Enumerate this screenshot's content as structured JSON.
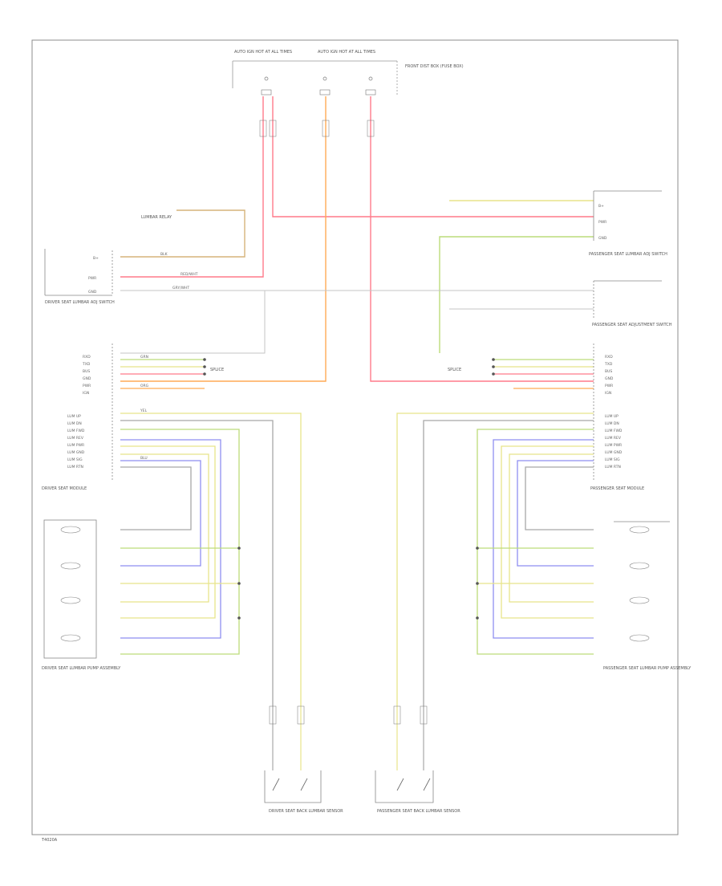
{
  "figure_id": "T4020A",
  "top_labels": {
    "left_fuse_box": "AUTO IGN  HOT AT ALL TIMES",
    "right_fuse_box": "AUTO IGN  HOT AT ALL TIMES",
    "fuse_panel": "FRONT DIST BOX (FUSE BOX)"
  },
  "components": {
    "driver_lumbar_switch": "DRIVER SEAT LUMBAR ADJ SWITCH",
    "driver_lumbar_relay": "LUMBAR RELAY",
    "pass_lumbar_switch": "PASSENGER SEAT LUMBAR ADJ SWITCH",
    "pass_switch_module": "PASSENGER SEAT ADJUSTMENT SWITCH",
    "driver_seat_module": "DRIVER SEAT MODULE",
    "pass_seat_module": "PASSENGER SEAT MODULE",
    "driver_lumbar_pump": "DRIVER SEAT LUMBAR PUMP ASSEMBLY",
    "pass_lumbar_pump": "PASSENGER SEAT LUMBAR PUMP ASSEMBLY",
    "driver_seat_sensor": "DRIVER SEAT BACK LUMBAR SENSOR",
    "pass_seat_sensor": "PASSENGER SEAT BACK LUMBAR SENSOR",
    "left_splice": "SPLICE",
    "right_splice": "SPLICE"
  },
  "driver_module_pins": [
    "RXD",
    "TXD",
    "BUS",
    "GND",
    "PWR",
    "IGN"
  ],
  "pass_module_pins": [
    "RXD",
    "TXD",
    "BUS",
    "GND",
    "PWR",
    "IGN"
  ],
  "lumbar_pins": [
    "LUM UP",
    "LUM DN",
    "LUM FWD",
    "LUM REV",
    "LUM PWR",
    "LUM GND",
    "LUM SIG",
    "LUM RTN"
  ],
  "driver_switch_pins": [
    "B+",
    "PWR",
    "GND"
  ],
  "pass_switch_pins": [
    "B+",
    "PWR",
    "GND"
  ],
  "wire_labels": {
    "red_wht": "RED/WHT",
    "org": "ORG",
    "gry_wht": "GRY/WHT",
    "blk": "BLK",
    "grn": "GRN",
    "yel": "YEL",
    "blu": "BLU"
  },
  "colors": {
    "red": "#ff7a8a",
    "orange": "#ffaa55",
    "green": "#bcdc7a",
    "yellow": "#e8e48a",
    "blue": "#8e8ef0",
    "gray": "#a8a8a8",
    "tan": "#d6b37a",
    "frame": "#909090"
  }
}
